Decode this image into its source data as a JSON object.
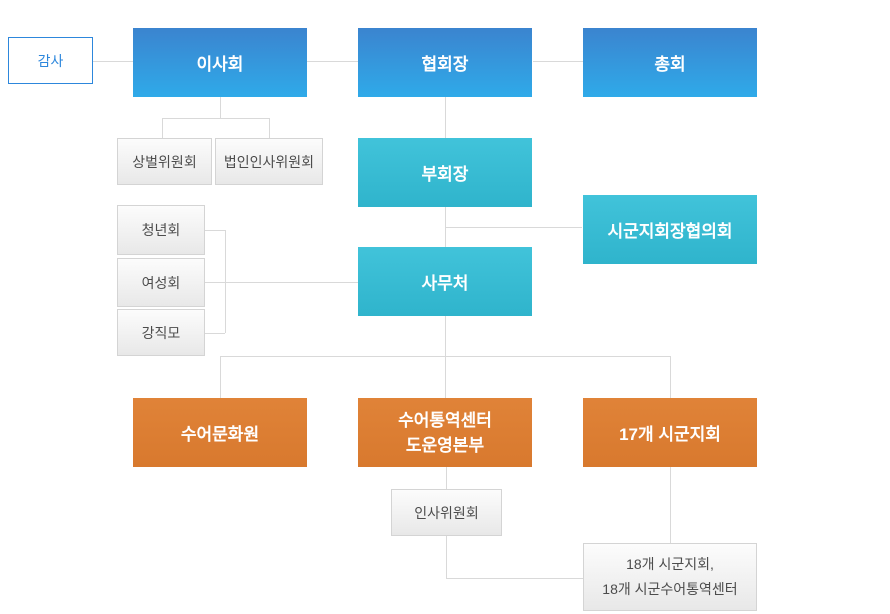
{
  "org": {
    "audit": "감사",
    "board": "이사회",
    "president": "협회장",
    "general_assembly": "총회",
    "reward_punishment_committee": "상벌위원회",
    "corporate_personnel_committee": "법인인사위원회",
    "vice_president": "부회장",
    "city_county_branch_presidents_council": "시군지회장협의회",
    "youth_association": "청년회",
    "womens_association": "여성회",
    "gangjikmo": "강직모",
    "secretariat": "사무처",
    "sign_language_culture_center": "수어문화원",
    "interpretation_center_hq_line1": "수어통역센터",
    "interpretation_center_hq_line2": "도운영본부",
    "branches_17": "17개 시군지회",
    "personnel_committee": "인사위원회",
    "branches_18_line1": "18개 시군지회,",
    "branches_18_line2": "18개 시군수어통역센터"
  },
  "colors": {
    "blue_top": "#3b84cf",
    "blue_bottom": "#2faae9",
    "teal_top": "#41c3da",
    "teal_bottom": "#2fb4cc",
    "orange": "#dc7e34",
    "gray_box_border": "#d4d4d4",
    "gray_text": "#4c4c4c",
    "outline_blue": "#2d87dc",
    "connector": "#d9d9d9"
  }
}
